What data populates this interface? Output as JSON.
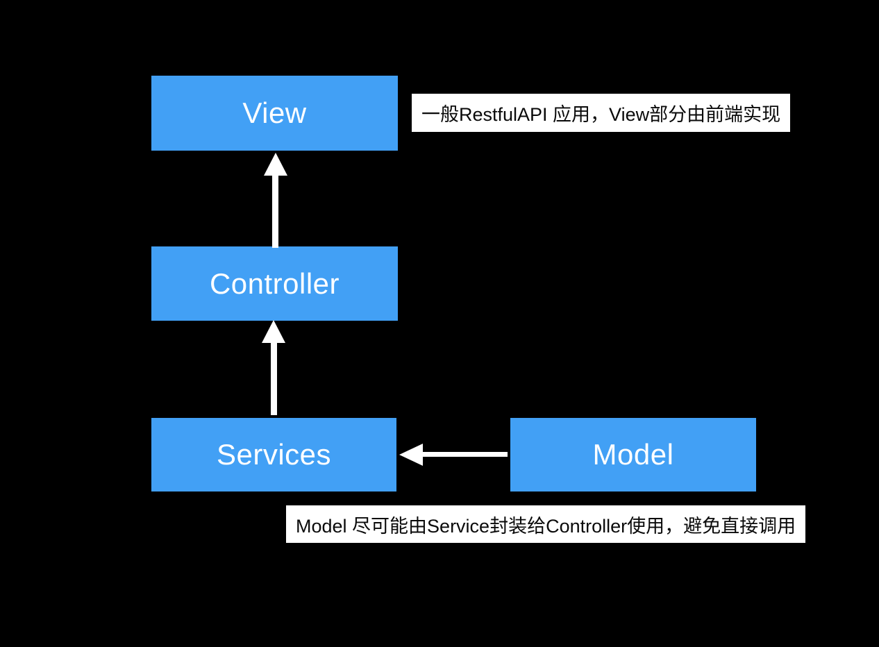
{
  "colors": {
    "background": "#000000",
    "node_fill": "#42A0F5",
    "node_text": "#FFFFFF",
    "arrow": "#FFFFFF",
    "annotation_bg": "#FFFFFF",
    "annotation_text": "#0A0A0A"
  },
  "diagram": {
    "type": "architecture-flow",
    "nodes": [
      {
        "id": "view",
        "label": "View"
      },
      {
        "id": "controller",
        "label": "Controller"
      },
      {
        "id": "services",
        "label": "Services"
      },
      {
        "id": "model",
        "label": "Model"
      }
    ],
    "edges": [
      {
        "from": "controller",
        "to": "view",
        "direction": "up"
      },
      {
        "from": "services",
        "to": "controller",
        "direction": "up"
      },
      {
        "from": "model",
        "to": "services",
        "direction": "left"
      }
    ],
    "annotations": [
      {
        "id": "view-note",
        "text": "一般RestfulAPI 应用，View部分由前端实现"
      },
      {
        "id": "model-note",
        "text": "Model 尽可能由Service封装给Controller使用，避免直接调用"
      }
    ]
  }
}
